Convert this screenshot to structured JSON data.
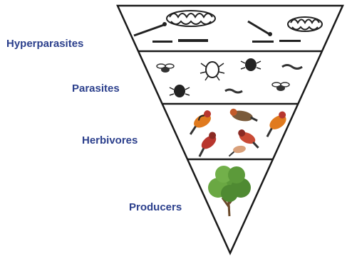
{
  "diagram": {
    "type": "inverted-pyramid",
    "levels": [
      {
        "label": "Hyperparasites",
        "icons": [
          "bird-nest-icon",
          "twig-icon",
          "bird-nest-icon",
          "twig-icon"
        ]
      },
      {
        "label": "Parasites",
        "icons": [
          "fly-icon",
          "tick-icon",
          "beetle-icon",
          "larva-icon",
          "beetle-icon",
          "larva-icon",
          "fly-icon"
        ]
      },
      {
        "label": "Herbivores",
        "icons": [
          "bird-icon",
          "bird-icon",
          "bird-icon",
          "bird-icon",
          "bird-icon",
          "bird-icon"
        ]
      },
      {
        "label": "Producers",
        "icons": [
          "tree-icon"
        ]
      }
    ]
  },
  "colors": {
    "label_text": "#2b3f8c",
    "outline": "#1a1a1a",
    "foliage": "#5c9a3a",
    "bird_orange": "#e07a1e",
    "bird_red": "#b8362e"
  }
}
